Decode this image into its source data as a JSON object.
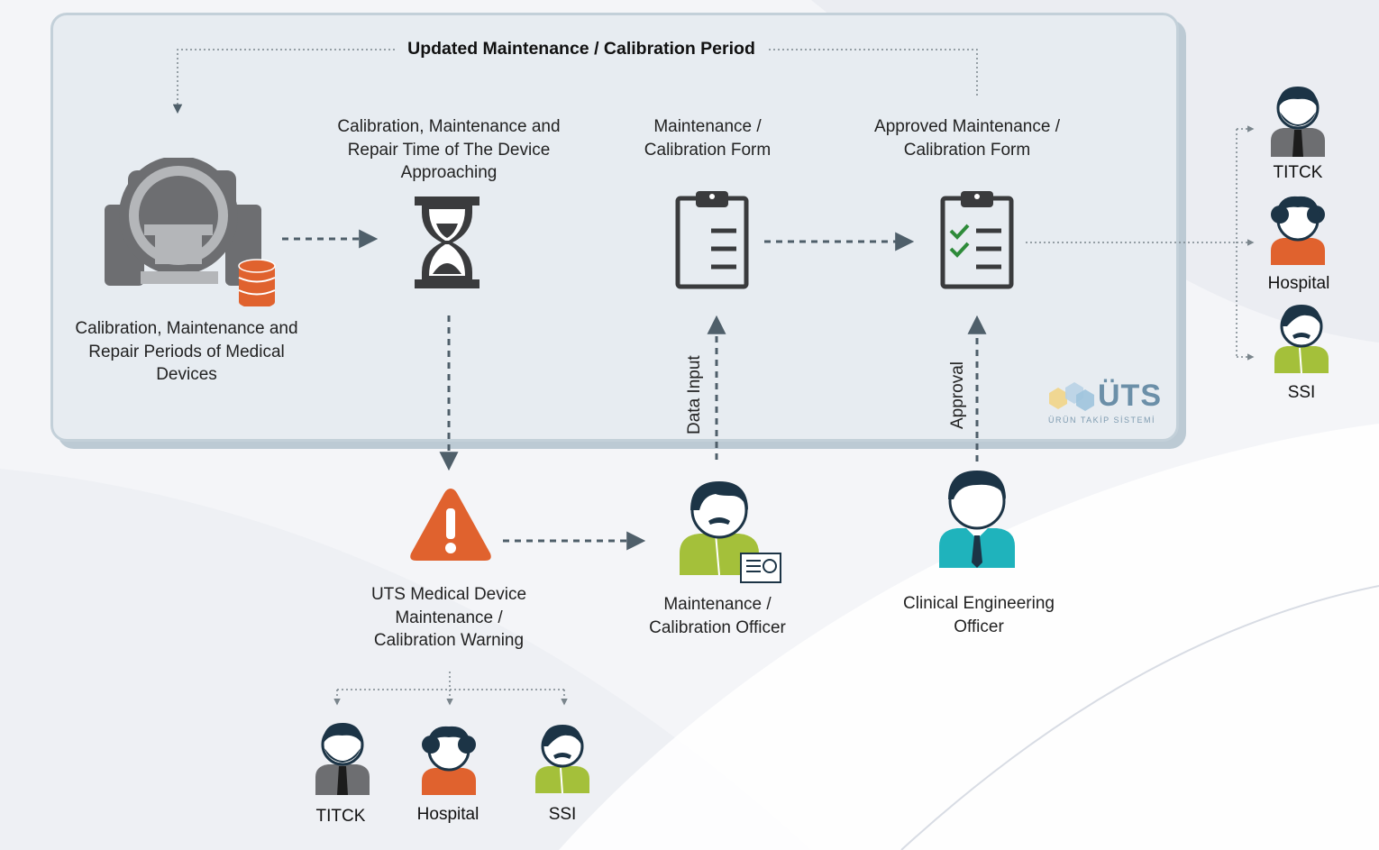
{
  "title": "Updated Maintenance / Calibration Period",
  "nodes": {
    "device": "Calibration, Maintenance and Repair Periods of Medical Devices",
    "hourglass": "Calibration, Maintenance and Repair Time of The Device Approaching",
    "form": "Maintenance / Calibration Form",
    "approved_form": "Approved Maintenance / Calibration Form",
    "warning": "UTS Medical Device Maintenance / Calibration Warning",
    "officer": "Maintenance / Calibration Officer",
    "clinical": "Clinical Engineering Officer"
  },
  "edges": {
    "data_input": "Data Input",
    "approval": "Approval"
  },
  "recipients_right": [
    "TITCK",
    "Hospital",
    "SSI"
  ],
  "recipients_bottom": [
    "TITCK",
    "Hospital",
    "SSI"
  ],
  "logo": {
    "text": "ÜTS",
    "subtitle": "ÜRÜN TAKİP SİSTEMİ"
  },
  "colors": {
    "orange": "#e0622e",
    "grey": "#6d6e71",
    "green": "#a4c03a",
    "teal": "#1fb3bc",
    "hair": "#1c3446"
  }
}
